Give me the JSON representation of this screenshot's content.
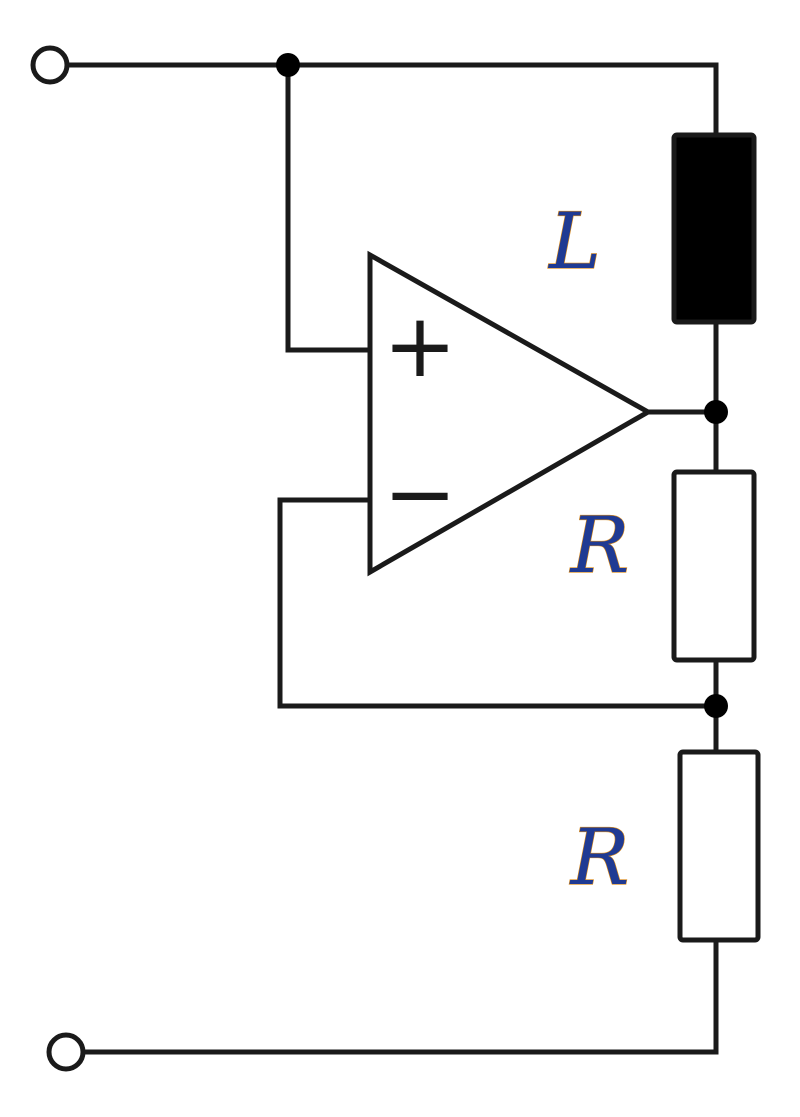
{
  "labels": {
    "inductor": "L",
    "resistor_middle": "R",
    "resistor_bottom": "R"
  },
  "opamp": {
    "plus_sign": "+",
    "minus_sign": "−"
  },
  "colors": {
    "wire": "#1a1a1a",
    "label_fill": "#1f3a93",
    "label_outline": "#d98a1a",
    "inductor_fill": "#000000",
    "resistor_fill": "#ffffff"
  }
}
